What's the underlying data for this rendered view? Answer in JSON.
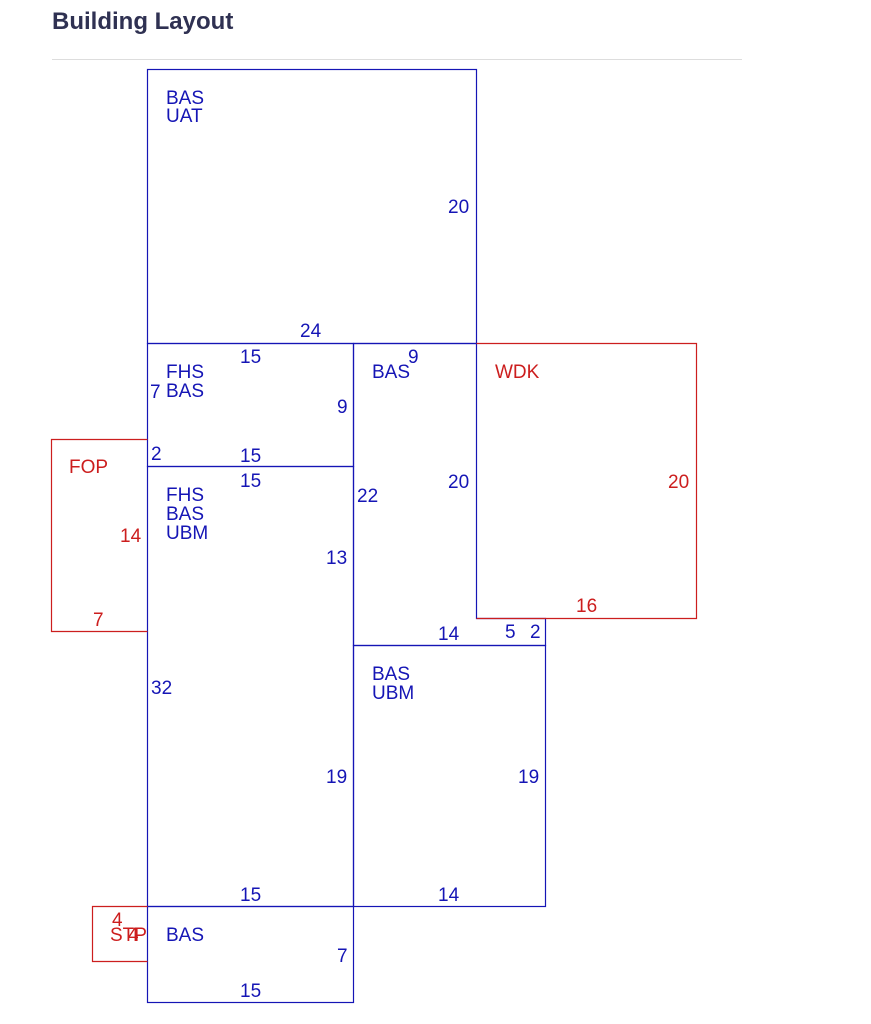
{
  "header": {
    "title": "Building Layout"
  },
  "colors": {
    "main": "#1515b5",
    "attached": "#cc1e1e",
    "title": "#2f3152",
    "divider": "#dddddd"
  },
  "areas": [
    {
      "id": "upper-attic",
      "kind": "main",
      "codes": [
        "BAS",
        "UAT"
      ]
    },
    {
      "id": "fhs-bas-upper",
      "kind": "main",
      "codes": [
        "FHS",
        "BAS"
      ]
    },
    {
      "id": "bas-center",
      "kind": "main",
      "codes": [
        "BAS"
      ]
    },
    {
      "id": "wood-deck",
      "kind": "attached",
      "codes": [
        "WDK"
      ]
    },
    {
      "id": "front-porch",
      "kind": "attached",
      "codes": [
        "FOP"
      ]
    },
    {
      "id": "fhs-bas-ubm",
      "kind": "main",
      "codes": [
        "FHS",
        "BAS",
        "UBM"
      ]
    },
    {
      "id": "bas-ubm-right",
      "kind": "main",
      "codes": [
        "BAS",
        "UBM"
      ]
    },
    {
      "id": "bas-bottom",
      "kind": "main",
      "codes": [
        "BAS"
      ]
    },
    {
      "id": "stoop",
      "kind": "attached",
      "codes": [
        "STP"
      ]
    }
  ],
  "dimensions": {
    "uat_top_width": "24",
    "uat_right": "20",
    "fhs_upper_top": "15",
    "fhs_upper_left": "7",
    "fhs_upper_right": "9",
    "fhs_upper_bottom": "15",
    "fhs_upper_left_short": "2",
    "bas_center_top": "9",
    "bas_center_right": "20",
    "bas_center_left": "22",
    "bas_center_bottom": "14",
    "wdk_right": "20",
    "wdk_bottom": "16",
    "step_5": "5",
    "step_2": "2",
    "fop_right": "14",
    "fop_bottom": "7",
    "ubm_top": "15",
    "ubm_right_upper": "13",
    "ubm_left": "32",
    "ubm_right_lower": "19",
    "ubm_bottom": "15",
    "bas_ubm_right": "19",
    "bas_ubm_bottom": "14",
    "bas_bottom_right": "7",
    "bas_bottom_bottom": "15",
    "stp_top": "4",
    "stp_side": "4"
  }
}
